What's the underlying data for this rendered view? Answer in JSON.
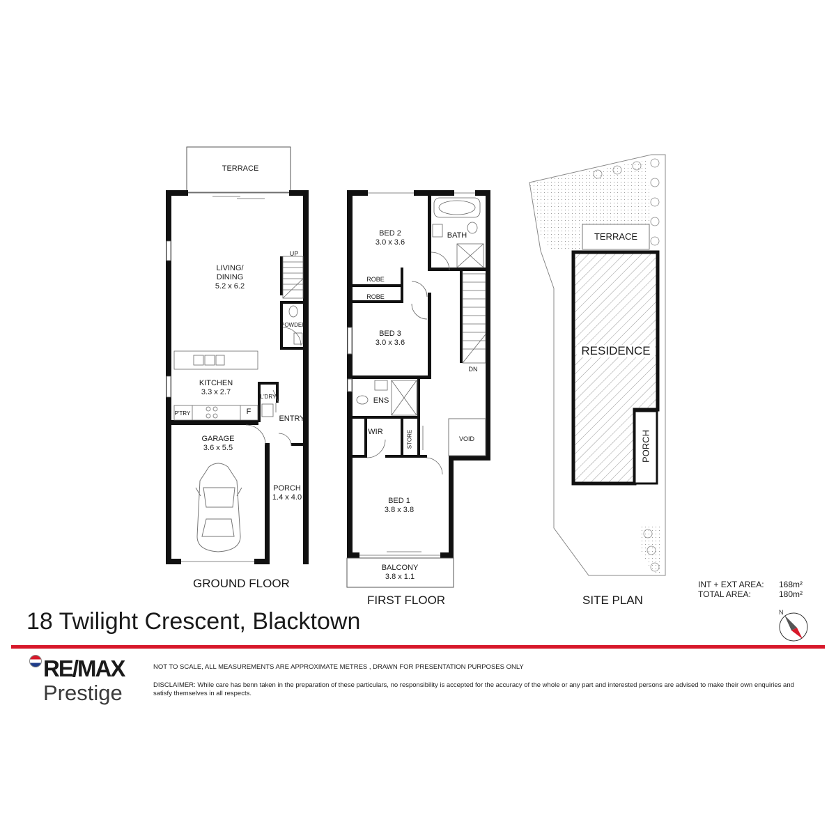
{
  "address": "18 Twilight Crescent, Blacktown",
  "floors": {
    "ground": "GROUND FLOOR",
    "first": "FIRST FLOOR",
    "site": "SITE PLAN"
  },
  "rooms": {
    "terrace_gf": "TERRACE",
    "living_name": "LIVING/\nDINING",
    "living_dim": "5.2 x 6.2",
    "up": "UP",
    "powder": "POWDER",
    "kitchen_name": "KITCHEN",
    "kitchen_dim": "3.3 x 2.7",
    "laundry": "L'DRY",
    "pantry": "P'TRY",
    "fridge": "F",
    "entry": "ENTRY",
    "garage_name": "GARAGE",
    "garage_dim": "3.6 x 5.5",
    "porch_name": "PORCH",
    "porch_dim": "1.4 x 4.0",
    "bed2_name": "BED 2",
    "bed2_dim": "3.0 x 3.6",
    "bath": "BATH",
    "robe1": "ROBE",
    "robe2": "ROBE",
    "bed3_name": "BED 3",
    "bed3_dim": "3.0 x 3.6",
    "dn": "DN",
    "ens": "ENS",
    "wir": "WIR",
    "store": "STORE",
    "void": "VOID",
    "bed1_name": "BED 1",
    "bed1_dim": "3.8 x 3.8",
    "balcony_name": "BALCONY",
    "balcony_dim": "3.8 x 1.1",
    "site_terrace": "TERRACE",
    "residence": "RESIDENCE",
    "site_porch": "PORCH"
  },
  "area": {
    "int_ext_label": "INT + EXT AREA:",
    "int_ext_value": "168m²",
    "total_label": "TOTAL AREA:",
    "total_value": "180m²"
  },
  "brand": {
    "mark": "RE/MAX",
    "sub": "Prestige"
  },
  "notes": {
    "scale": "NOT TO SCALE, ALL MEASUREMENTS ARE APPROXIMATE METRES , DRAWN FOR PRESENTATION PURPOSES ONLY",
    "disclaimer": "DISCLAIMER: While care has benn taken in the preparation of these particulars, no responsibility is accepted for the accuracy of the whole or any part and interested persons are advised to make their own enquiries and satisfy themselves in all respects."
  },
  "compass": {
    "north": "N"
  },
  "colors": {
    "wall": "#111111",
    "accent_red": "#d7182a",
    "hatch": "#9a9a9a"
  }
}
